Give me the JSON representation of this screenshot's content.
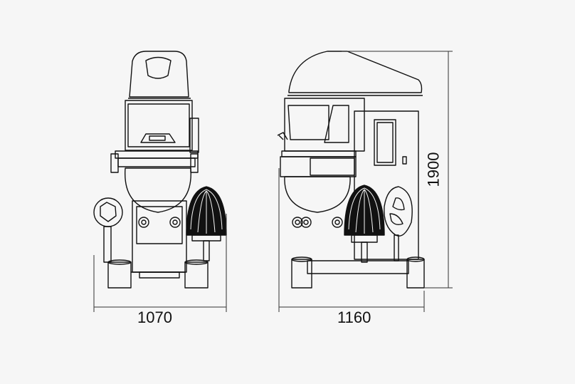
{
  "dimensions": {
    "front_width": "1070",
    "side_width": "1160",
    "height": "1900"
  },
  "colors": {
    "background": "#f6f6f6",
    "line": "#111111",
    "dimension_line": "#333333"
  }
}
